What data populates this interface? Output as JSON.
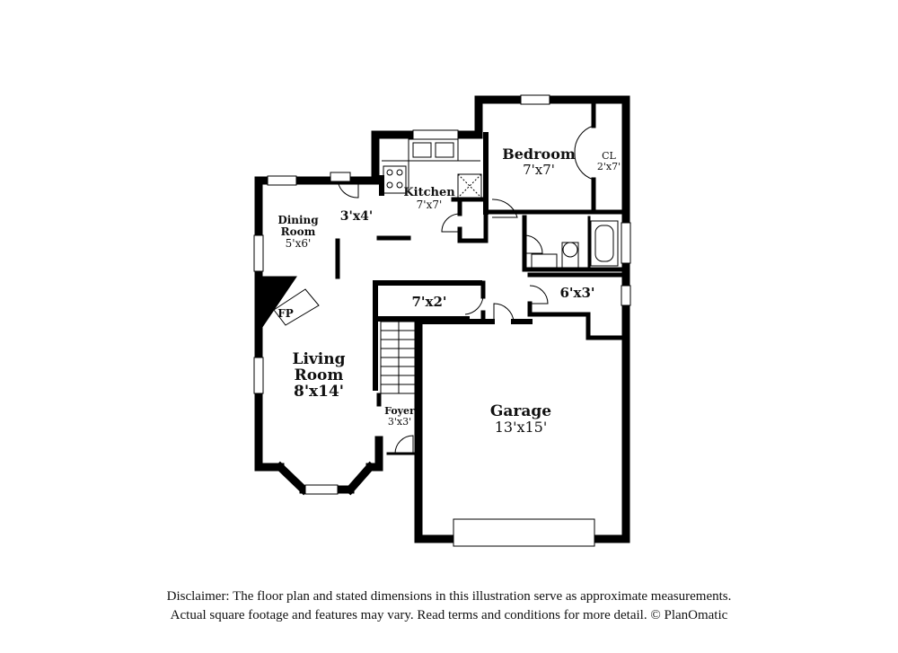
{
  "rooms": {
    "bedroom": {
      "name": "Bedroom",
      "size": "7'x7'"
    },
    "closet": {
      "name": "CL",
      "size": "2'x7'"
    },
    "kitchen": {
      "name": "Kitchen",
      "size": "7'x7'"
    },
    "nook": {
      "size": "3'x4'"
    },
    "dining": {
      "name_line1": "Dining",
      "name_line2": "Room",
      "size": "5'x6'"
    },
    "fireplace": {
      "name": "FP"
    },
    "living": {
      "name_line1": "Living",
      "name_line2": "Room",
      "size": "8'x14'"
    },
    "hall": {
      "size": "7'x2'"
    },
    "utility": {
      "size": "6'x3'"
    },
    "foyer": {
      "name": "Foyer",
      "size": "3'x3'"
    },
    "garage": {
      "name": "Garage",
      "size": "13'x15'"
    }
  },
  "disclaimer": {
    "line1": "Disclaimer: The floor plan and stated dimensions in this illustration serve as approximate measurements.",
    "line2": "Actual square footage and features may vary. Read terms and conditions for more detail. © PlanOmatic"
  }
}
